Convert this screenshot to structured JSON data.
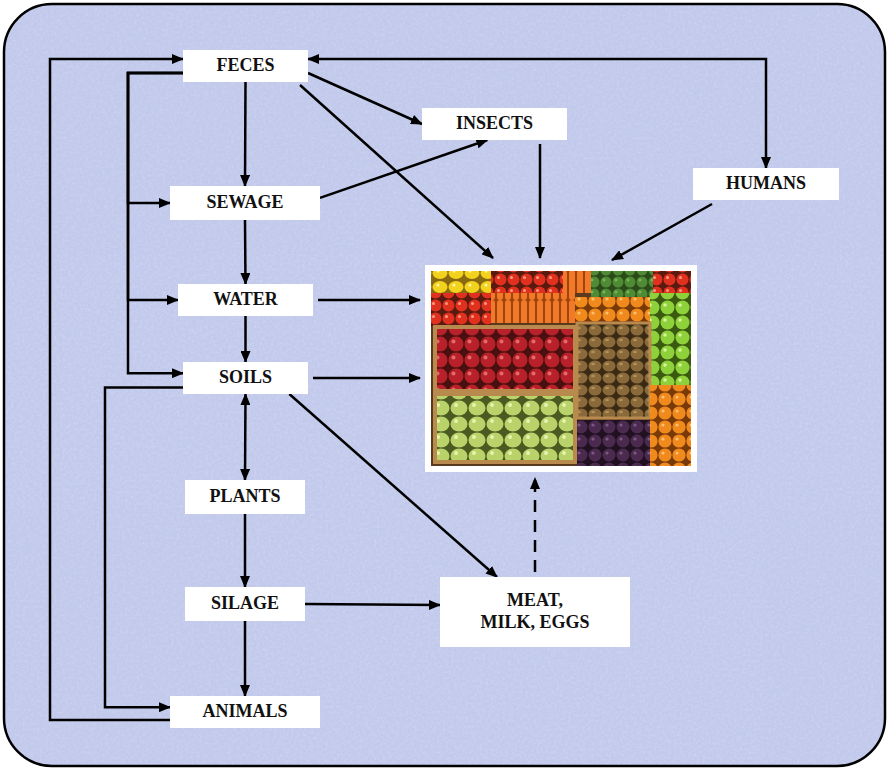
{
  "diagram": {
    "nodes": [
      {
        "text": [
          "FECES"
        ]
      },
      {
        "text": [
          "INSECTS"
        ]
      },
      {
        "text": [
          "HUMANS"
        ]
      },
      {
        "text": [
          "SEWAGE"
        ]
      },
      {
        "text": [
          "WATER"
        ]
      },
      {
        "text": [
          "SOILS"
        ]
      },
      {
        "text": [
          "PLANTS"
        ]
      },
      {
        "text": [
          "SILAGE"
        ]
      },
      {
        "text": [
          "MEAT, MILK, EGGS"
        ]
      },
      {
        "text": [
          "ANIMALS"
        ]
      }
    ],
    "edges": [
      {
        "from": 0,
        "to": 1,
        "arrow": "to"
      },
      {
        "from": 0,
        "to": 2,
        "arrow": "both"
      },
      {
        "from": 0,
        "to": 3,
        "arrow": "to"
      },
      {
        "from": 0,
        "to": 3,
        "arrow": "to"
      },
      {
        "from": 0,
        "to": 4,
        "arrow": "to"
      },
      {
        "from": 0,
        "to": 5,
        "arrow": "to"
      },
      {
        "from": 3,
        "to": 1,
        "arrow": "to"
      },
      {
        "from": 3,
        "to": 4,
        "arrow": "to"
      },
      {
        "from": 4,
        "to": 5,
        "arrow": "to"
      },
      {
        "from": 5,
        "to": 6,
        "arrow": "both"
      },
      {
        "from": 5,
        "to": 8,
        "arrow": "to"
      },
      {
        "from": 5,
        "to": 9,
        "arrow": "to"
      },
      {
        "from": 6,
        "to": 7,
        "arrow": "to"
      },
      {
        "from": 7,
        "to": 9,
        "arrow": "to"
      },
      {
        "from": 7,
        "to": 8,
        "arrow": "to"
      },
      {
        "from": 9,
        "to": 0,
        "arrow": "to"
      }
    ]
  }
}
